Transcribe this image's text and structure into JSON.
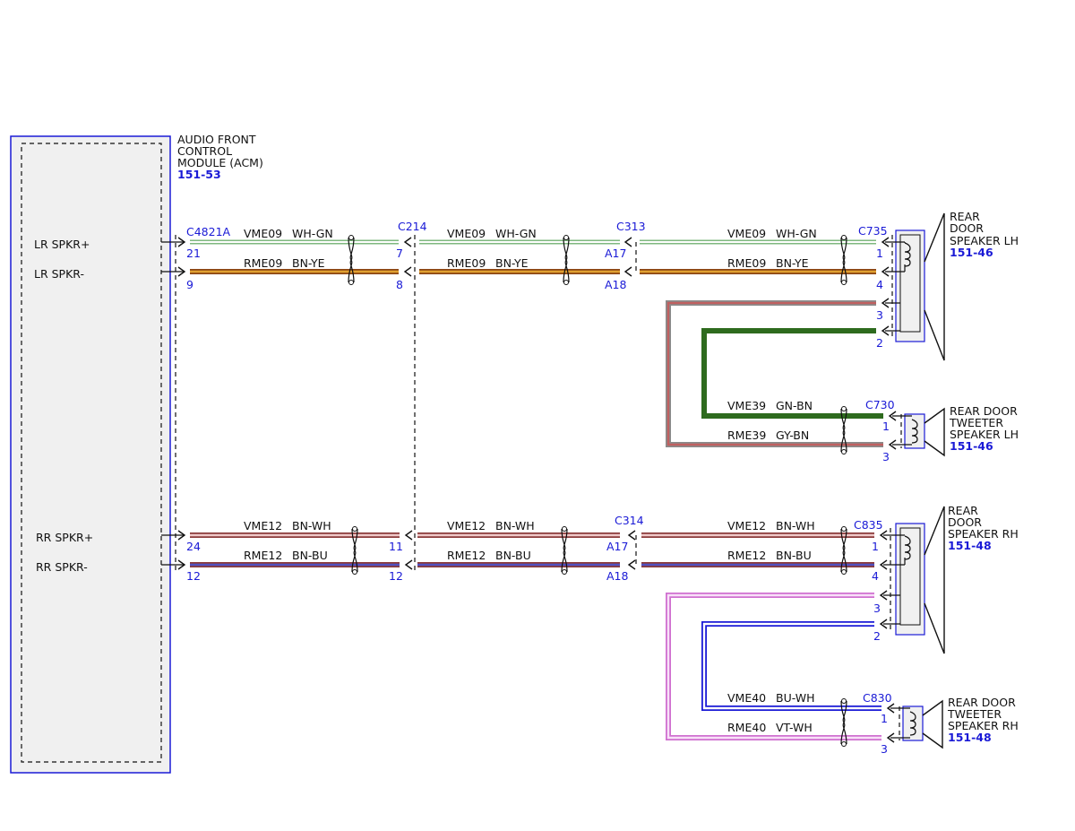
{
  "module": {
    "title_lines": [
      "AUDIO FRONT",
      "CONTROL",
      "MODULE (ACM)"
    ],
    "ref": "151-53",
    "pins": [
      "LR SPKR+",
      "LR SPKR-",
      "RR SPKR+",
      "RR SPKR-"
    ]
  },
  "connectors": {
    "acm": "C4821A",
    "c214": "C214",
    "c313": "C313",
    "c314": "C314",
    "c735": "C735",
    "c730": "C730",
    "c835": "C835",
    "c830": "C830"
  },
  "pin_numbers": {
    "acm_lr_p": "21",
    "acm_lr_n": "9",
    "acm_rr_p": "24",
    "acm_rr_n": "12",
    "c214_lr_p": "7",
    "c214_lr_n": "8",
    "c214_rr_p": "11",
    "c214_rr_n": "12",
    "c313_p": "A17",
    "c313_n": "A18",
    "c314_p": "A17",
    "c314_n": "A18",
    "c735_1": "1",
    "c735_4": "4",
    "c735_3": "3",
    "c735_2": "2",
    "c730_1": "1",
    "c730_3": "3",
    "c835_1": "1",
    "c835_4": "4",
    "c835_3": "3",
    "c835_2": "2",
    "c830_1": "1",
    "c830_3": "3"
  },
  "circuits": {
    "vme09": "VME09",
    "vme09_color": "WH-GN",
    "rme09": "RME09",
    "rme09_color": "BN-YE",
    "vme39": "VME39",
    "vme39_color": "GN-BN",
    "rme39": "RME39",
    "rme39_color": "GY-BN",
    "vme12": "VME12",
    "vme12_color": "BN-WH",
    "rme12": "RME12",
    "rme12_color": "BN-BU",
    "vme40": "VME40",
    "vme40_color": "BU-WH",
    "rme40": "RME40",
    "rme40_color": "VT-WH"
  },
  "components": {
    "lh_speaker": [
      "REAR",
      "DOOR",
      "SPEAKER LH"
    ],
    "lh_speaker_ref": "151-46",
    "lh_tweeter": [
      "REAR DOOR",
      "TWEETER",
      "SPEAKER LH"
    ],
    "lh_tweeter_ref": "151-46",
    "rh_speaker": [
      "REAR",
      "DOOR",
      "SPEAKER RH"
    ],
    "rh_speaker_ref": "151-48",
    "rh_tweeter": [
      "REAR DOOR",
      "TWEETER",
      "SPEAKER RH"
    ],
    "rh_tweeter_ref": "151-48"
  },
  "wire_colors": {
    "wh_gn": [
      "#7fb87f",
      "#ffffff",
      "#7fb87f"
    ],
    "bn_ye": [
      "#8b4513",
      "#e0a030",
      "#8b4513"
    ],
    "gn_bn": [
      "#2e6b1e",
      "#2e6b1e",
      "#2e6b1e"
    ],
    "gy_bn": [
      "#8a8a8a",
      "#c06060",
      "#8a8a8a"
    ],
    "bn_wh": [
      "#8b3a3a",
      "#f0c8c8",
      "#8b3a3a"
    ],
    "bn_bu": [
      "#8b3a3a",
      "#5050c0",
      "#8b3a3a"
    ],
    "bu_wh": [
      "#1a1ad6",
      "#ffffff",
      "#1a1ad6"
    ],
    "vt_wh": [
      "#d070d0",
      "#f8e0f8",
      "#d070d0"
    ]
  }
}
